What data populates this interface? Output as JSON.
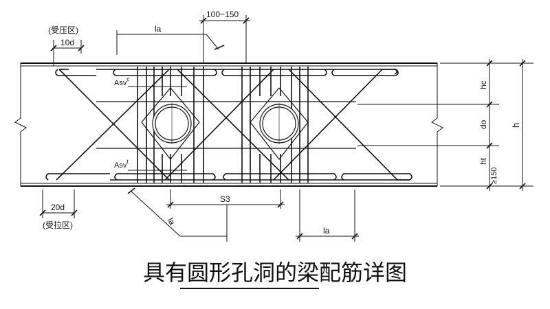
{
  "drawing": {
    "title": "具有圆形孔洞的梁配筋详图",
    "labels": {
      "compression_zone": "(受压区)",
      "tension_zone": "(受拉区)",
      "anchor_top": "10d",
      "anchor_bottom": "20d",
      "spacing_range": "100~150",
      "la_top": "la",
      "la_bottom": "la",
      "la_diag": "la",
      "s3": "S3",
      "asv_top": "Asv",
      "asv_top_sup": "c",
      "asv_bottom": "Asv",
      "asv_bottom_sup": "t",
      "hc": "hc",
      "d0": "do",
      "ht": "ht",
      "min150": "≥150",
      "h": "h"
    }
  }
}
